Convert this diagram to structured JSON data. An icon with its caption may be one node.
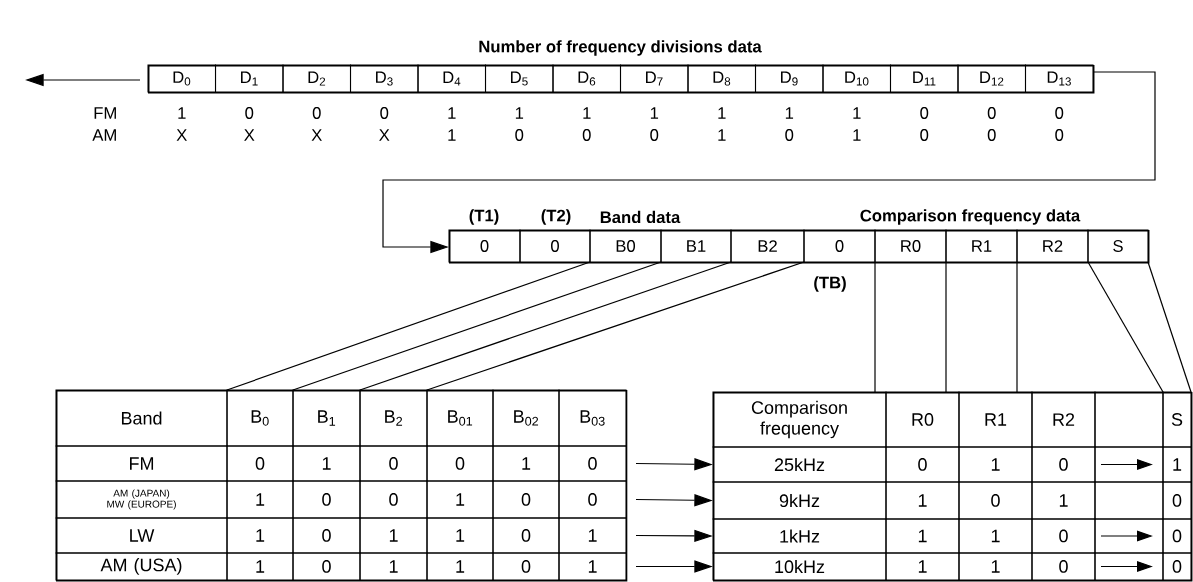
{
  "diagram": {
    "nodes": [
      {
        "text": [
          "Number of frequency divisions data",
          "D$_{0}$",
          "D$_{1}$",
          "D$_{2}$",
          "D$_{3}$",
          "D$_{4}$",
          "D$_{5}$",
          "D$_{6}$",
          "D$_{7}$",
          "D$_{8}$",
          "D$_{9}$",
          "D$_{10}$",
          "D$_{11}$",
          "D$_{12}$",
          "D$_{13}$"
        ]
      },
      {
        "text": [
          "0",
          "0",
          "B0",
          "B1",
          "B2",
          "0",
          "R0",
          "R1",
          "R2",
          "S"
        ]
      },
      {
        "text": [
          "Band",
          "B$_{0}$",
          "B$_{1}$",
          "B$_{2}$",
          "B$_{01}$",
          "B$_{02}$",
          "B$_{03}$",
          "FM",
          "0",
          "1",
          "0",
          "0",
          "1",
          "0",
          "AM (JAPAN) MW (EUROPE)",
          "1",
          "0",
          "0",
          "1",
          "0",
          "0",
          "LW",
          "1",
          "0",
          "1",
          "1",
          "0",
          "1",
          "AM (USA)",
          "1",
          "0",
          "1",
          "1",
          "0",
          "1"
        ]
      },
      {
        "text": [
          "Comparison frequency",
          "R0",
          "R1",
          "R2",
          "S",
          "25kHz",
          "0",
          "1",
          "0",
          "1",
          "9kHz",
          "1",
          "0",
          "1",
          "0",
          "1kHz",
          "1",
          "1",
          "0",
          "0",
          "10kHz",
          "1",
          "1",
          "0",
          "0"
        ]
      }
    ],
    "edges": [
      {
        "from": 0,
        "to": null,
        "arrow": "to"
      },
      {
        "from": 0,
        "to": 1,
        "arrow": "to"
      },
      {
        "from": 1,
        "to": 2,
        "arrow": "none"
      },
      {
        "from": 1,
        "to": 2,
        "arrow": "none"
      },
      {
        "from": 1,
        "to": 2,
        "arrow": "none"
      },
      {
        "from": 1,
        "to": 2,
        "arrow": "none"
      },
      {
        "from": 1,
        "to": 3,
        "arrow": "none"
      },
      {
        "from": 1,
        "to": 3,
        "arrow": "none"
      },
      {
        "from": 1,
        "to": 3,
        "arrow": "none"
      },
      {
        "from": 1,
        "to": 3,
        "arrow": "none"
      },
      {
        "from": 1,
        "to": 3,
        "arrow": "none"
      },
      {
        "from": 2,
        "to": 3,
        "arrow": "to"
      },
      {
        "from": 2,
        "to": 3,
        "arrow": "to"
      },
      {
        "from": 2,
        "to": 3,
        "arrow": "to"
      },
      {
        "from": 2,
        "to": 3,
        "arrow": "to"
      }
    ],
    "labels": [
      "FM",
      "1",
      "0",
      "0",
      "0",
      "1",
      "1",
      "1",
      "1",
      "1",
      "1",
      "1",
      "0",
      "0",
      "0",
      "AM",
      "X",
      "X",
      "X",
      "X",
      "1",
      "0",
      "0",
      "0",
      "1",
      "0",
      "1",
      "0",
      "0",
      "0",
      "(T1)",
      "(T2)",
      "Band data",
      "Comparison frequency data",
      "(TB)"
    ]
  }
}
